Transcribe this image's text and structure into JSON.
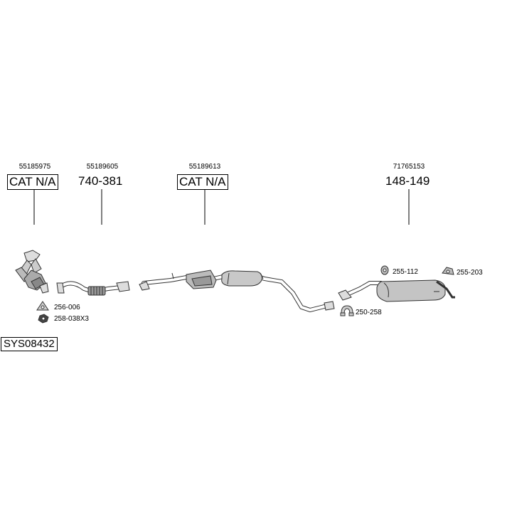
{
  "system_code": "SYS08432",
  "oe_numbers": [
    "55185975",
    "55189605",
    "55189613",
    "71765153"
  ],
  "parts": [
    {
      "label": "CAT N/A",
      "boxed": true
    },
    {
      "label": "740-381",
      "boxed": false
    },
    {
      "label": "CAT N/A",
      "boxed": true
    },
    {
      "label": "148-149",
      "boxed": false
    }
  ],
  "accessories": [
    "256-006",
    "258-038X3",
    "255-112",
    "255-203",
    "250-258"
  ],
  "icons": [
    "clamp-triangle-icon",
    "nut-icon",
    "rubber-mount-icon",
    "hanger-bracket-icon",
    "pipe-clamp-icon"
  ]
}
